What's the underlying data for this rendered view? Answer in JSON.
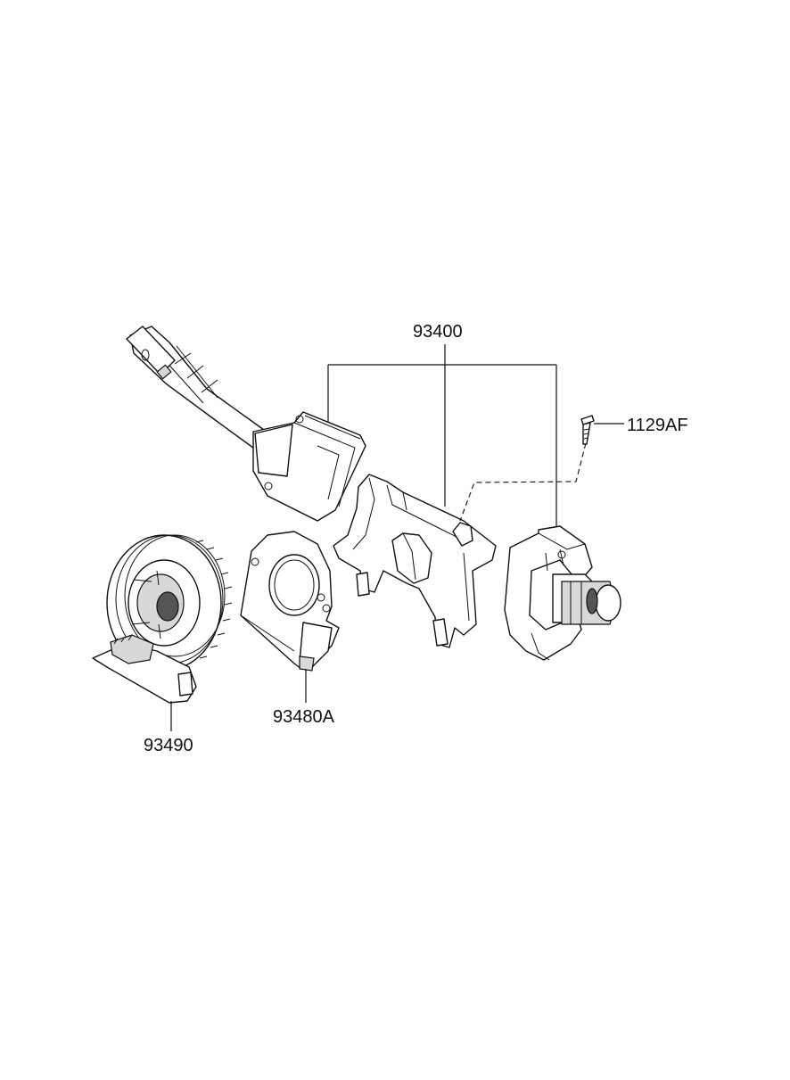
{
  "callouts": {
    "assembly": "93400",
    "screw": "1129AF",
    "cable_plate": "93480A",
    "clock_spring": "93490"
  }
}
